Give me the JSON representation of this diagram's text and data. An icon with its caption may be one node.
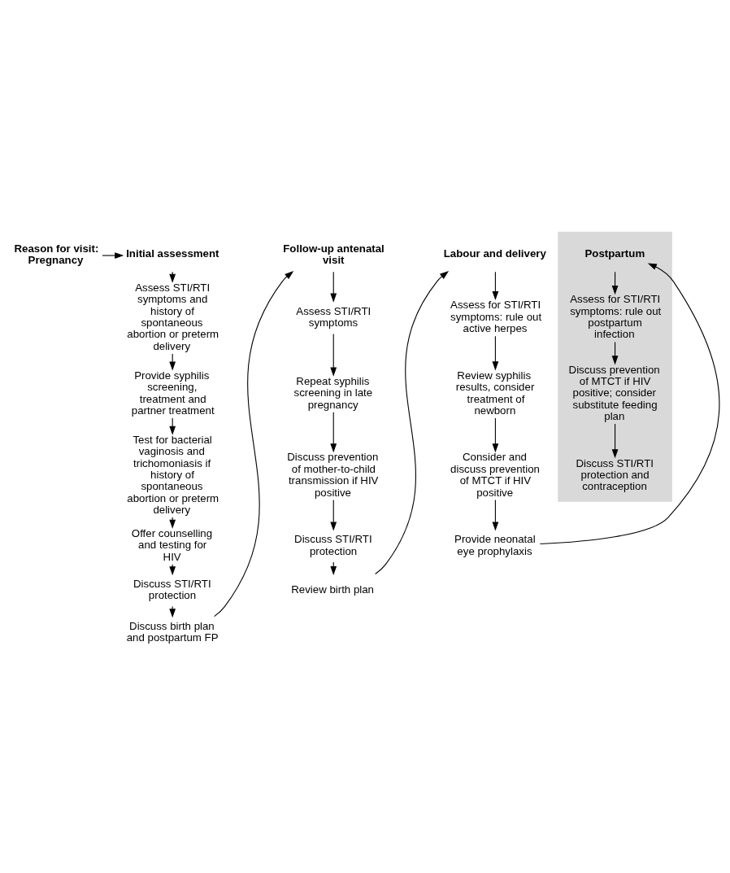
{
  "diagram": {
    "nodes": [
      {
        "text": [
          "Reason for visit: Pregnancy"
        ]
      },
      {
        "text": [
          "Initial assessment"
        ]
      },
      {
        "text": [
          "Assess STI/RTI symptoms and history of spontaneous abortion or preterm delivery"
        ]
      },
      {
        "text": [
          "Provide syphilis screening, treatment and  partner treatment"
        ]
      },
      {
        "text": [
          "Test for bacterial vaginosis and trichomoniasis if history of spontaneous abortion or preterm delivery"
        ]
      },
      {
        "text": [
          "Offer counselling and testing for  HIV"
        ]
      },
      {
        "text": [
          "Discuss STI/RTI protection"
        ]
      },
      {
        "text": [
          "Discuss birth plan and postpartum FP"
        ]
      },
      {
        "text": [
          "Follow-up antenatal visit"
        ]
      },
      {
        "text": [
          "Assess STI/RTI symptoms"
        ]
      },
      {
        "text": [
          "Repeat syphilis screening in late pregnancy"
        ]
      },
      {
        "text": [
          "Discuss prevention of mother-to-child transmission if HIV positive"
        ]
      },
      {
        "text": [
          "Discuss STI/RTI protection"
        ]
      },
      {
        "text": [
          "Review birth plan"
        ]
      },
      {
        "text": [
          "Labour and delivery"
        ]
      },
      {
        "text": [
          "Assess for STI/RTI symptoms: rule out active herpes"
        ]
      },
      {
        "text": [
          "Review syphilis results, consider treatment of newborn"
        ]
      },
      {
        "text": [
          "Consider and discuss prevention of MTCT if HIV positive"
        ]
      },
      {
        "text": [
          "Provide neonatal eye prophylaxis"
        ]
      },
      {
        "text": [],
        "shape": "box"
      },
      {
        "text": [
          "Postpartum"
        ],
        "in": 19
      },
      {
        "text": [
          "Assess for STI/RTI symptoms: rule out postpartum infection"
        ],
        "in": 19
      },
      {
        "text": [
          "Discuss prevention of MTCT if HIV positive; consider substitute feeding plan"
        ],
        "in": 19
      },
      {
        "text": [
          "Discuss STI/RTI protection and contraception"
        ],
        "in": 19
      }
    ],
    "edges": [
      {
        "from": 0,
        "to": 1,
        "arrow": "to"
      },
      {
        "from": 1,
        "to": 2,
        "arrow": "to"
      },
      {
        "from": 2,
        "to": 3,
        "arrow": "to"
      },
      {
        "from": 3,
        "to": 4,
        "arrow": "to"
      },
      {
        "from": 4,
        "to": 5,
        "arrow": "to"
      },
      {
        "from": 5,
        "to": 6,
        "arrow": "to"
      },
      {
        "from": 6,
        "to": 7,
        "arrow": "to"
      },
      {
        "from": 7,
        "to": 8,
        "arrow": "to"
      },
      {
        "from": 8,
        "to": 9,
        "arrow": "to"
      },
      {
        "from": 9,
        "to": 10,
        "arrow": "to"
      },
      {
        "from": 10,
        "to": 11,
        "arrow": "to"
      },
      {
        "from": 11,
        "to": 12,
        "arrow": "to"
      },
      {
        "from": 12,
        "to": 13,
        "arrow": "to"
      },
      {
        "from": 13,
        "to": 14,
        "arrow": "to"
      },
      {
        "from": 14,
        "to": 15,
        "arrow": "to"
      },
      {
        "from": 15,
        "to": 16,
        "arrow": "to"
      },
      {
        "from": 16,
        "to": 17,
        "arrow": "to"
      },
      {
        "from": 17,
        "to": 18,
        "arrow": "to"
      },
      {
        "from": 18,
        "to": 20,
        "arrow": "to"
      },
      {
        "from": 20,
        "to": 21,
        "arrow": "to"
      },
      {
        "from": 21,
        "to": 22,
        "arrow": "to"
      },
      {
        "from": 22,
        "to": 23,
        "arrow": "to"
      }
    ]
  }
}
